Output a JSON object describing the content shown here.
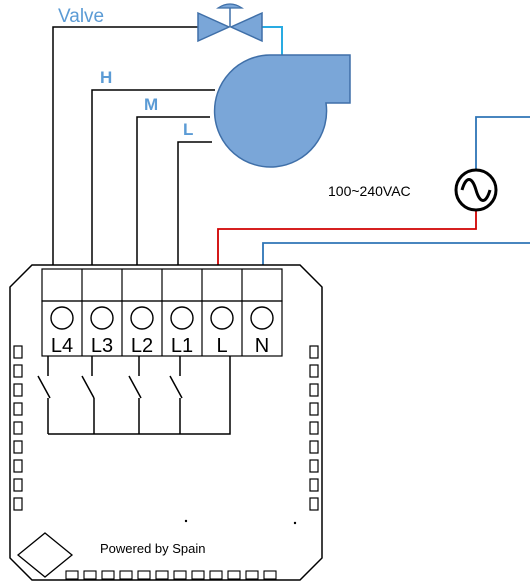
{
  "labels": {
    "valve": "Valve",
    "speed_high": "H",
    "speed_medium": "M",
    "speed_low": "L",
    "supply_voltage": "100~240VAC",
    "brand": "Powered by Spain"
  },
  "terminals": [
    "L4",
    "L3",
    "L2",
    "L1",
    "L",
    "N"
  ],
  "colors": {
    "label_blue": "#5b9bd5",
    "component_fill": "#7aa6d8",
    "component_stroke": "#3f6fa8",
    "wire_black": "#000000",
    "wire_live": "#d00000",
    "wire_neutral": "#2e75b6",
    "wire_valve": "#29abe2"
  },
  "icons": {
    "valve": "valve-icon",
    "fan": "centrifugal-fan-icon",
    "power_source": "ac-source-icon"
  }
}
